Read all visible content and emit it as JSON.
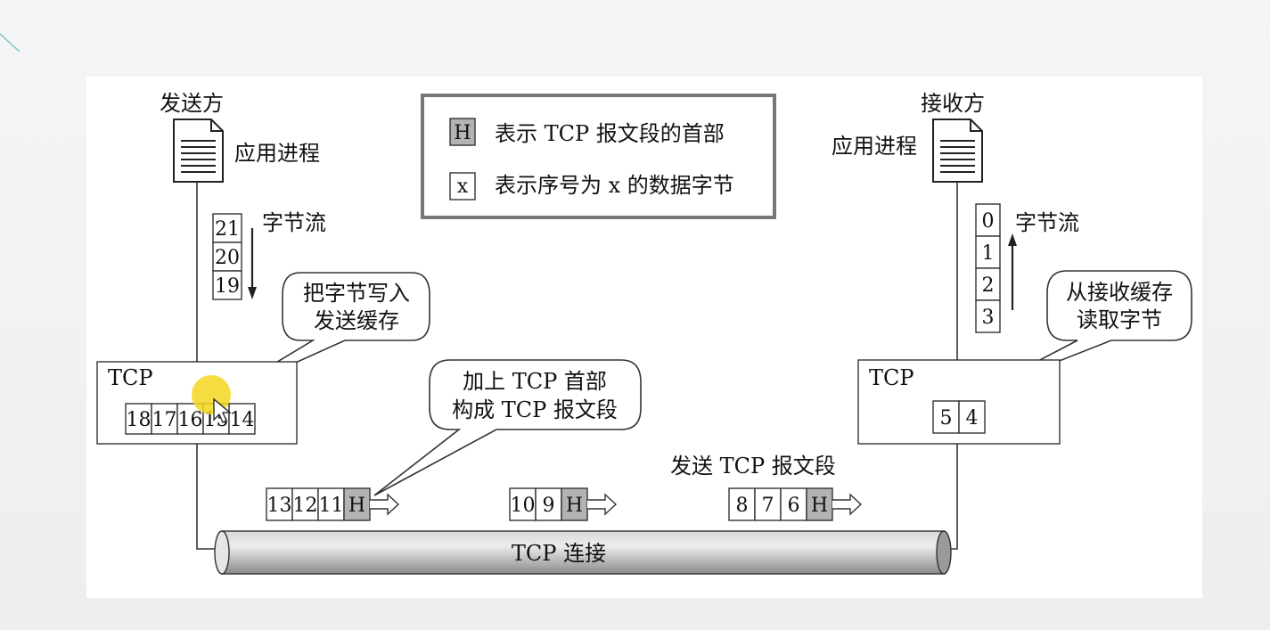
{
  "sender": {
    "title": "发送方",
    "app_label": "应用进程",
    "stream_label": "字节流",
    "stream_bytes": [
      "21",
      "20",
      "19"
    ],
    "tcp_label": "TCP",
    "buffer_bytes": [
      "18",
      "17",
      "16",
      "15",
      "14"
    ],
    "callout_write": [
      "把字节写入",
      "发送缓存"
    ]
  },
  "receiver": {
    "title": "接收方",
    "app_label": "应用进程",
    "stream_label": "字节流",
    "stream_bytes": [
      "0",
      "1",
      "2",
      "3"
    ],
    "tcp_label": "TCP",
    "buffer_bytes": [
      "5",
      "4"
    ],
    "callout_read": [
      "从接收缓存",
      "读取字节"
    ]
  },
  "legend": {
    "header_symbol": "H",
    "header_text": "表示 TCP 报文段的首部",
    "byte_symbol": "x",
    "byte_text": "表示序号为 x 的数据字节"
  },
  "callout_header": [
    "加上 TCP 首部",
    "构成 TCP 报文段"
  ],
  "send_segment_label": "发送 TCP 报文段",
  "segments": [
    {
      "bytes": [
        "13",
        "12",
        "11"
      ],
      "header": "H"
    },
    {
      "bytes": [
        "10",
        "9"
      ],
      "header": "H"
    },
    {
      "bytes": [
        "8",
        "7",
        "6"
      ],
      "header": "H"
    }
  ],
  "connection_label": "TCP 连接"
}
